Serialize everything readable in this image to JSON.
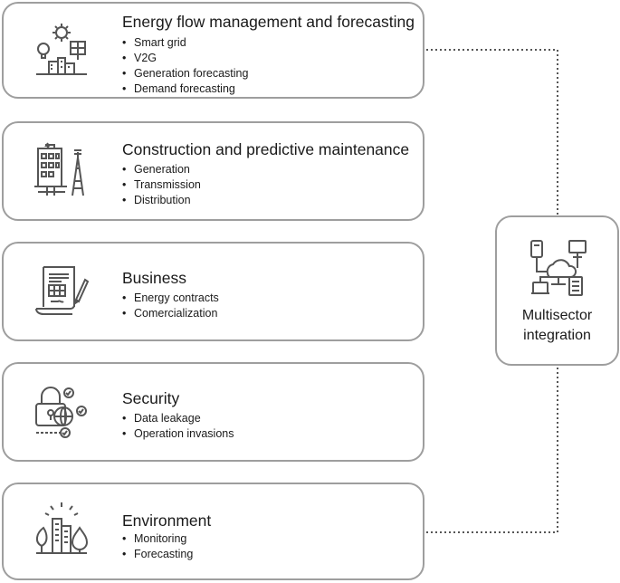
{
  "cards": [
    {
      "title": "Energy flow management and forecasting",
      "items": [
        "Smart grid",
        "V2G",
        "Generation forecasting",
        "Demand forecasting"
      ],
      "icon": "smart-city-solar-icon"
    },
    {
      "title": "Construction and predictive maintenance",
      "items": [
        "Generation",
        "Transmission",
        "Distribution"
      ],
      "icon": "power-plant-tower-icon"
    },
    {
      "title": "Business",
      "items": [
        "Energy contracts",
        "Comercialization"
      ],
      "icon": "contract-document-icon"
    },
    {
      "title": "Security",
      "items": [
        "Data leakage",
        "Operation invasions"
      ],
      "icon": "security-lock-globe-icon"
    },
    {
      "title": "Environment",
      "items": [
        "Monitoring",
        "Forecasting"
      ],
      "icon": "environment-city-leaf-icon"
    }
  ],
  "hub": {
    "label_line1": "Multisector",
    "label_line2": "integration",
    "icon": "network-cloud-icon"
  },
  "colors": {
    "border": "#9e9e9e",
    "icon_stroke": "#555555",
    "connector": "#555555"
  }
}
